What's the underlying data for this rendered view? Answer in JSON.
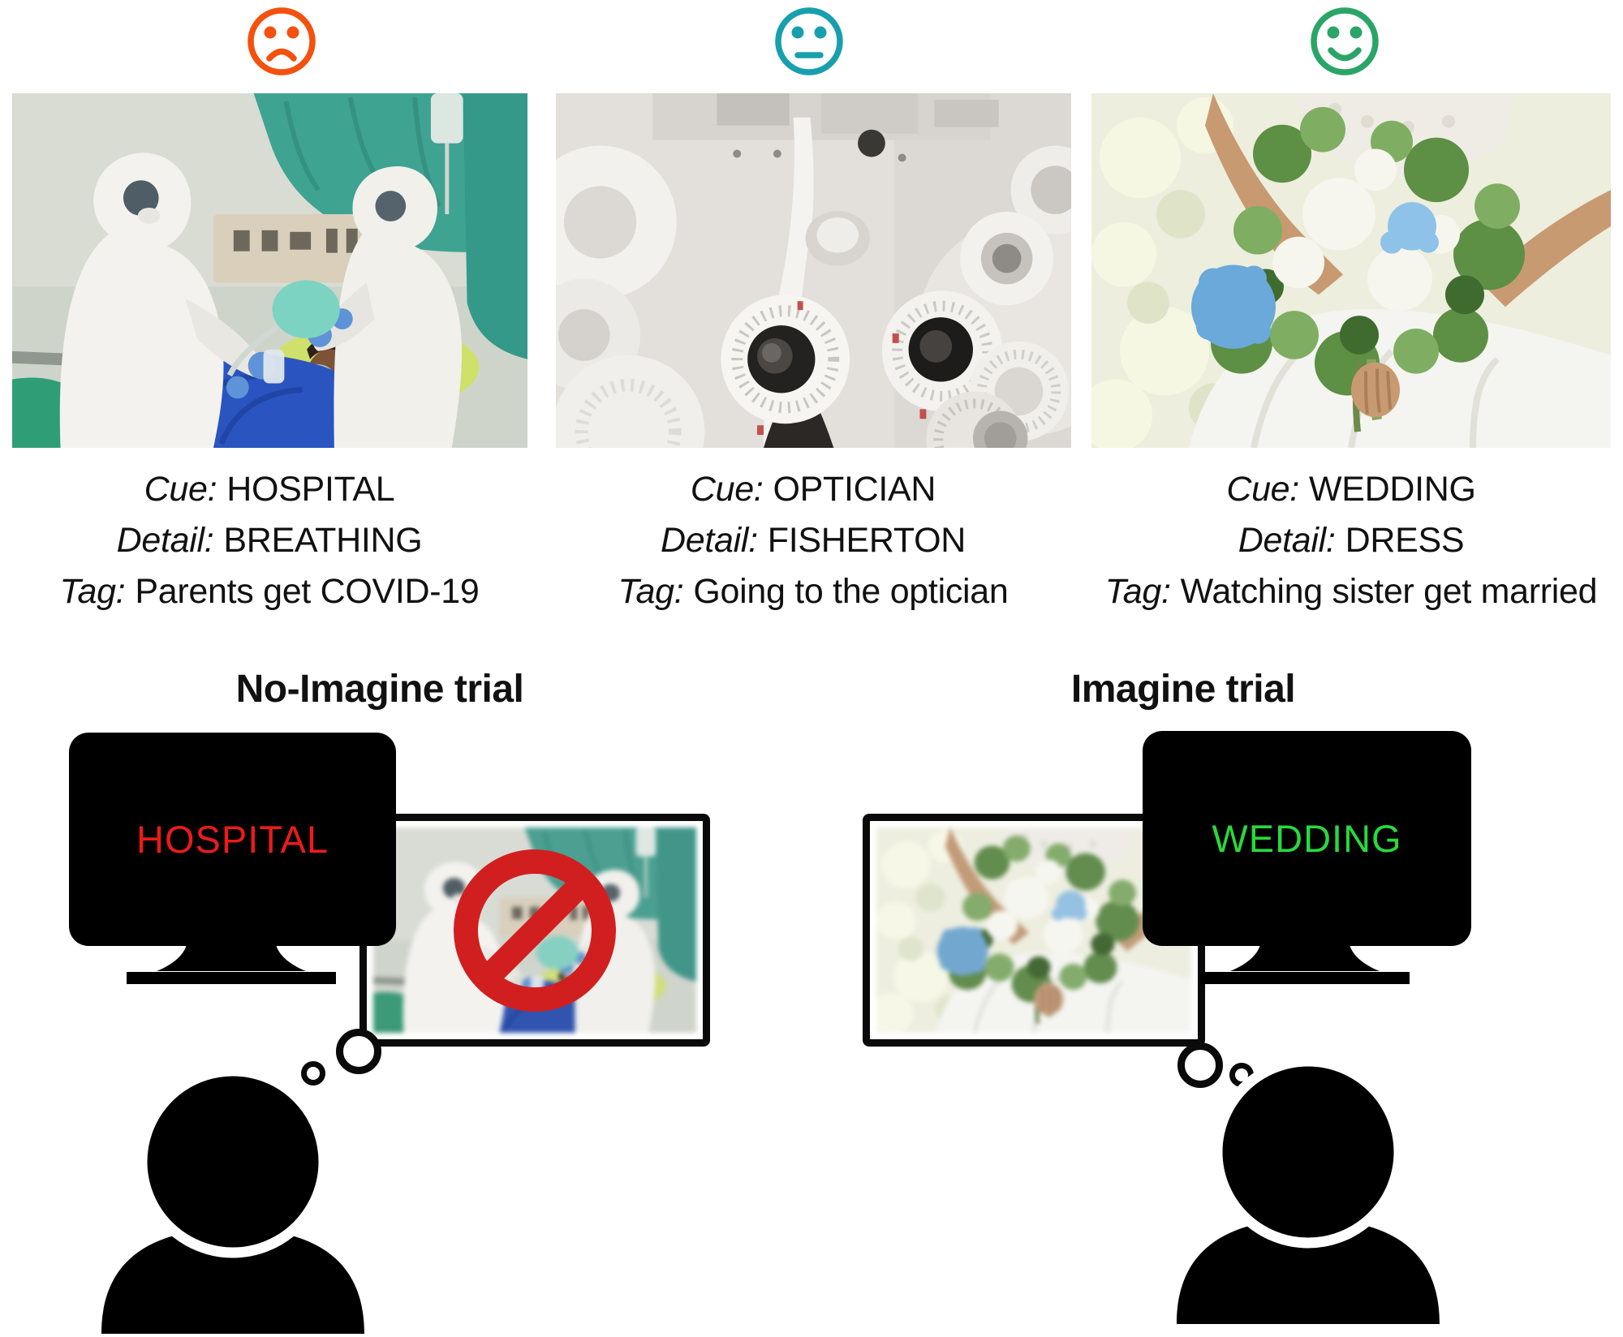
{
  "palette": {
    "sad_face": "#f4500e",
    "neutral_face": "#189fae",
    "happy_face": "#2ba567",
    "no_imagine_word_red": "#ed1a1a",
    "imagine_word_green": "#28d93c",
    "prohibition": "#d11f1f",
    "silhouette_black": "#000000"
  },
  "stimuli": [
    {
      "id": "hospital",
      "emotion": "negative",
      "face_icon": "sad-face-icon",
      "cue_label": "Cue:",
      "cue_value": "HOSPITAL",
      "detail_label": "Detail:",
      "detail_value": "BREATHING",
      "tag_label": "Tag:",
      "tag_value": "Parents get COVID-19"
    },
    {
      "id": "optician",
      "emotion": "neutral",
      "face_icon": "neutral-face-icon",
      "cue_label": "Cue:",
      "cue_value": "OPTICIAN",
      "detail_label": "Detail:",
      "detail_value": "FISHERTON",
      "tag_label": "Tag:",
      "tag_value": "Going to the optician"
    },
    {
      "id": "wedding",
      "emotion": "positive",
      "face_icon": "happy-face-icon",
      "cue_label": "Cue:",
      "cue_value": "WEDDING",
      "detail_label": "Detail:",
      "detail_value": "DRESS",
      "tag_label": "Tag:",
      "tag_value": "Watching sister get married"
    }
  ],
  "trials": [
    {
      "title": "No-Imagine trial",
      "screen_word": "HOSPITAL",
      "screen_word_color": "#ed1a1a",
      "thought_image": "hospital",
      "prohibition_sign": true
    },
    {
      "title": "Imagine trial",
      "screen_word": "WEDDING",
      "screen_word_color": "#28d93c",
      "thought_image": "wedding",
      "prohibition_sign": false
    }
  ]
}
